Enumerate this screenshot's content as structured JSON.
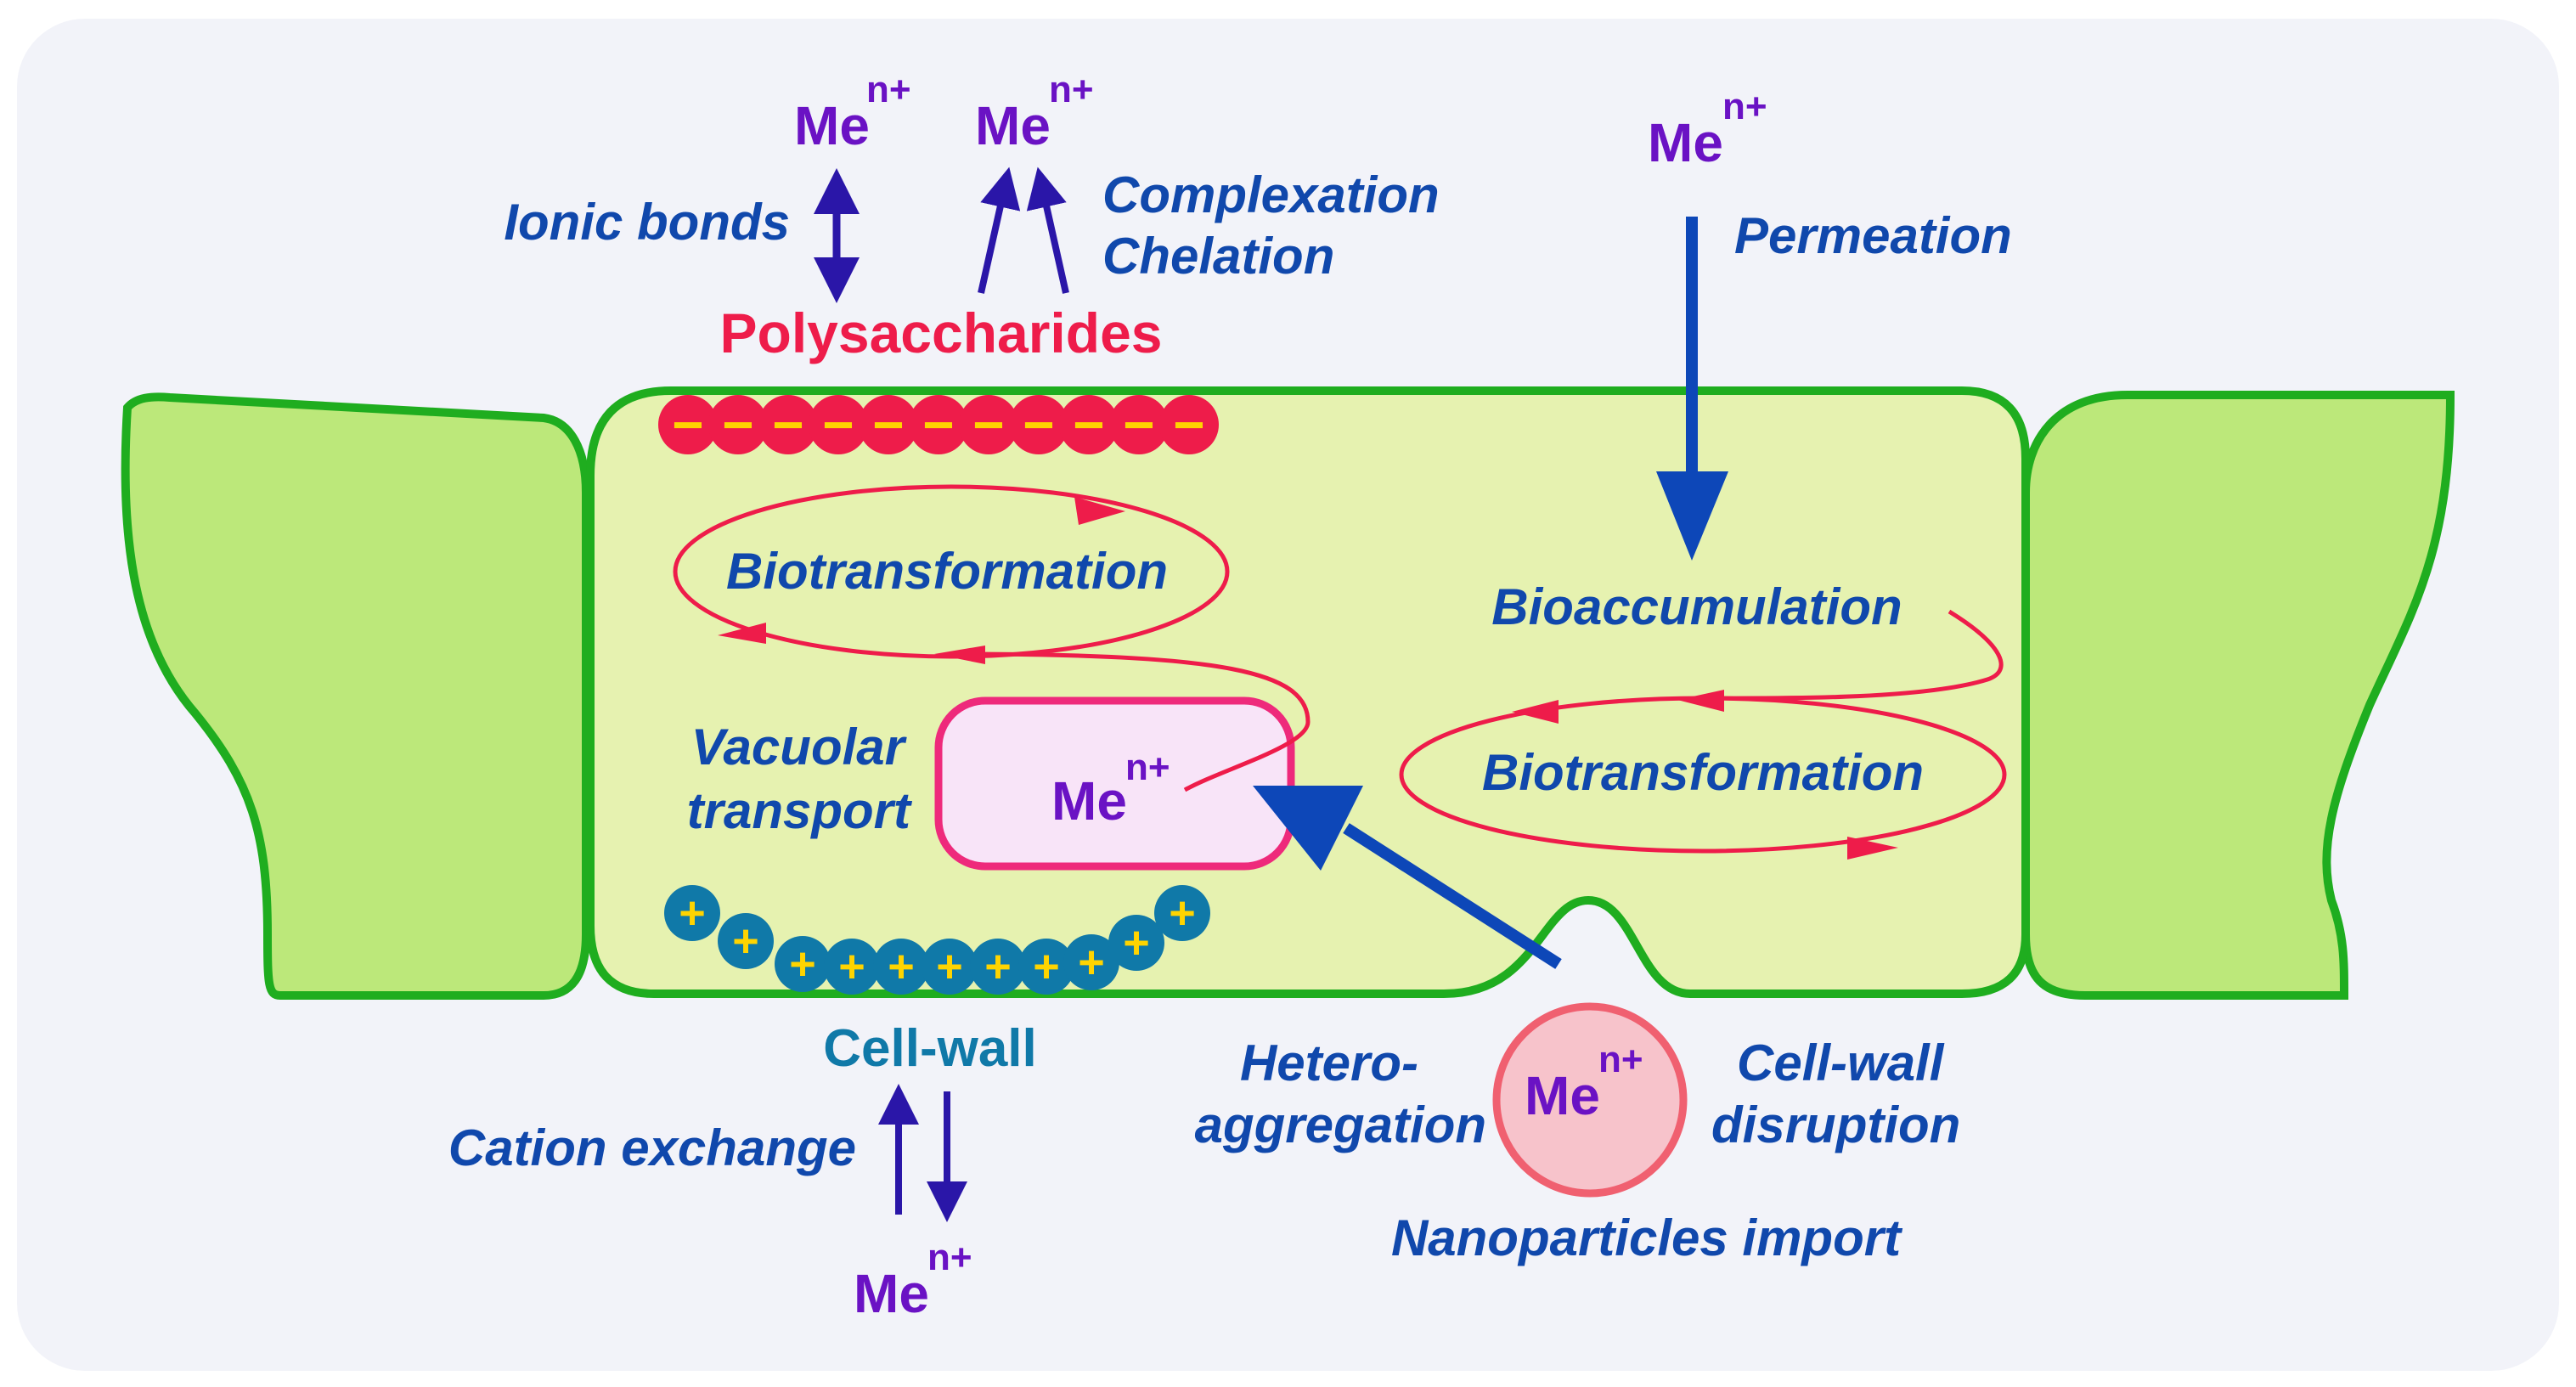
{
  "colors": {
    "panel_bg": "#f2f3f9",
    "cell_fill": "#e6f2b0",
    "neighbor_fill": "#bce87a",
    "wall_stroke": "#1fad1f",
    "label_blue": "#1048ac",
    "metal_purple": "#6a12c4",
    "loop_red": "#ee1c4a",
    "arrow_blue": "#0d47b8",
    "bead_red": "#ee1c4a",
    "bead_teal": "#1079a8",
    "sign_yellow": "#ffd400",
    "vacuole_fill": "#f8e4f8",
    "vacuole_stroke": "#ee2a7b",
    "nano_fill": "#f7c3cb",
    "nano_stroke": "#f06070",
    "cellwall_label": "#1079a8",
    "polysaccharide_label": "#ee1c4a"
  },
  "labels": {
    "polysaccharides": "Polysaccharides",
    "cell_wall": "Cell-wall",
    "ionic_bonds": "Ionic bonds",
    "complexation": "Complexation",
    "chelation": "Chelation",
    "permeation": "Permeation",
    "bioaccumulation": "Bioaccumulation",
    "biotransformation_left": "Biotransformation",
    "biotransformation_right": "Biotransformation",
    "vacuolar": "Vacuolar",
    "transport": "transport",
    "cation_exchange": "Cation exchange",
    "hetero": "Hetero-",
    "aggregation": "aggregation",
    "cellwall_disruption_1": "Cell-wall",
    "cellwall_disruption_2": "disruption",
    "nanoparticles_import": "Nanoparticles import"
  },
  "metal_ion": {
    "base": "Me",
    "charge": "n+"
  },
  "signs": {
    "negative": "−",
    "positive": "+"
  }
}
